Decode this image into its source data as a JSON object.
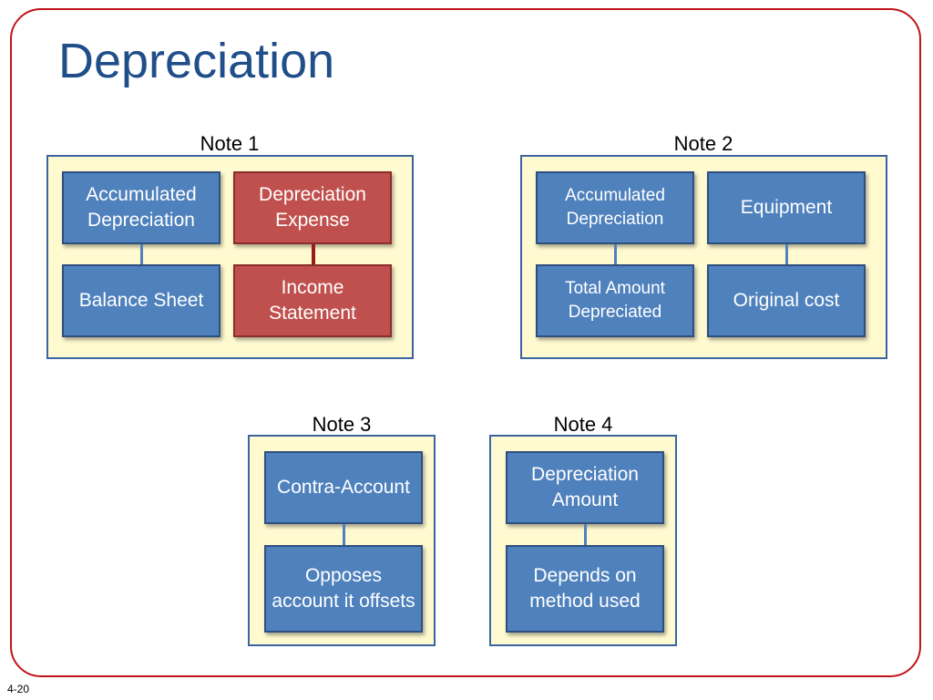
{
  "title": "Depreciation",
  "page_number": "4-20",
  "notes": [
    {
      "label": "Note 1",
      "boxes": [
        {
          "text": "Accumulated Depreciation",
          "color": "#4f81bd"
        },
        {
          "text": "Depreciation Expense",
          "color": "#c0504d"
        },
        {
          "text": "Balance Sheet",
          "color": "#4f81bd"
        },
        {
          "text": "Income Statement",
          "color": "#c0504d"
        }
      ]
    },
    {
      "label": "Note 2",
      "boxes": [
        {
          "text": "Accumulated Depreciation",
          "color": "#4f81bd"
        },
        {
          "text": "Equipment",
          "color": "#4f81bd"
        },
        {
          "text": "Total Amount Depreciated",
          "color": "#4f81bd"
        },
        {
          "text": "Original cost",
          "color": "#4f81bd"
        }
      ]
    },
    {
      "label": "Note 3",
      "boxes": [
        {
          "text": "Contra-Account",
          "color": "#4f81bd"
        },
        {
          "text": "Opposes account it offsets",
          "color": "#4f81bd"
        }
      ]
    },
    {
      "label": "Note 4",
      "boxes": [
        {
          "text": "Depreciation Amount",
          "color": "#4f81bd"
        },
        {
          "text": "Depends on method used",
          "color": "#4f81bd"
        }
      ]
    }
  ],
  "colors": {
    "title": "#1f4e89",
    "frame_border": "#c0141b",
    "panel_fill": "#fffad0",
    "panel_border": "#3b64a0"
  }
}
